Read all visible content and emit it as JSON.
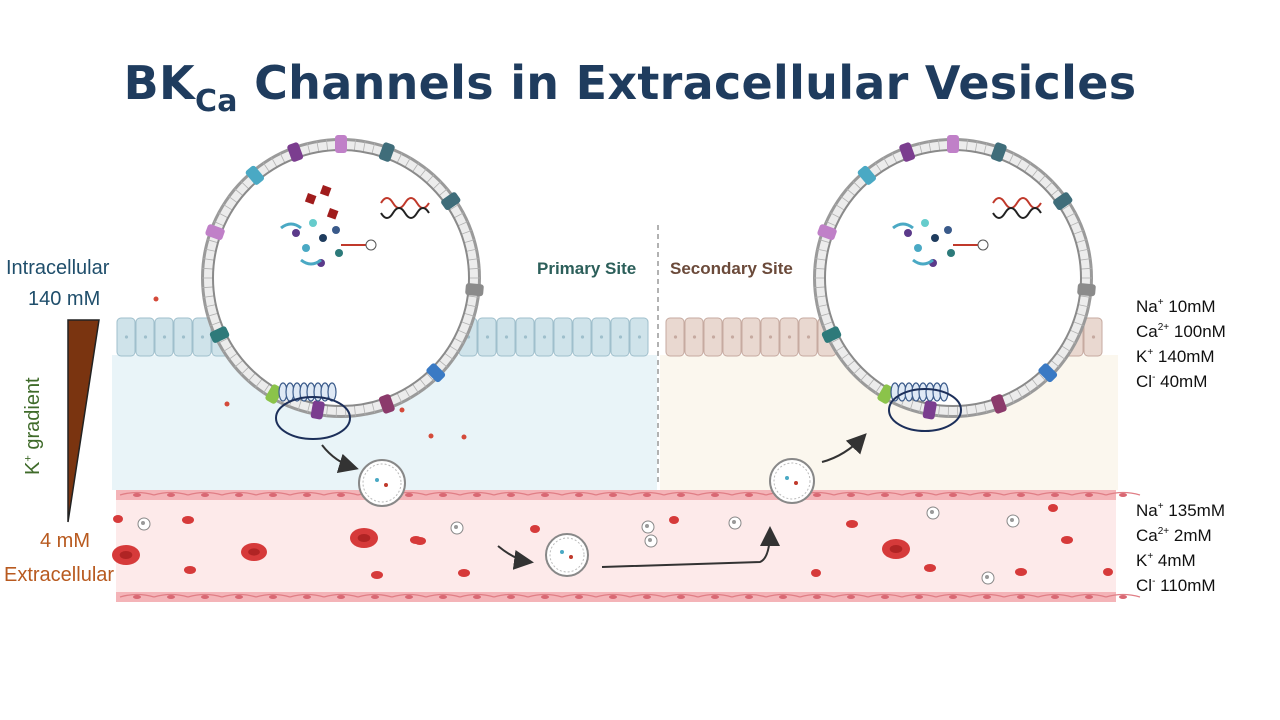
{
  "title": {
    "main": "BK",
    "sub": "Ca",
    "rest": " Channels in Extracellular Vesicles"
  },
  "labels": {
    "intracellular": "Intracellular",
    "intracellular_conc": "140 mM",
    "gradient": "gradient",
    "gradient_ion": "K",
    "gradient_charge": "+",
    "extracellular_conc": "4 mM",
    "extracellular": "Extracellular",
    "primary_site": "Primary Site",
    "secondary_site": "Secondary Site"
  },
  "intracellular_ions": [
    {
      "ion": "Na",
      "charge": "+",
      "value": "10mM"
    },
    {
      "ion": "Ca",
      "charge": "2+",
      "value": "100nM"
    },
    {
      "ion": "K",
      "charge": "+",
      "value": "140mM"
    },
    {
      "ion": "Cl",
      "charge": "-",
      "value": "40mM"
    }
  ],
  "extracellular_ions": [
    {
      "ion": "Na",
      "charge": "+",
      "value": "135mM"
    },
    {
      "ion": "Ca",
      "charge": "2+",
      "value": "2mM"
    },
    {
      "ion": "K",
      "charge": "+",
      "value": "4mM"
    },
    {
      "ion": "Cl",
      "charge": "-",
      "value": "110mM"
    }
  ],
  "colors": {
    "title": "#1f3c5e",
    "intracellular": "#1f4e6b",
    "extracellular": "#b85a1f",
    "gradient_fill": "#7a3410",
    "gradient_text": "#3f6b2a",
    "primary_site": "#2c5f5a",
    "secondary_site": "#6b4a3a",
    "primary_tissue": "#e9f4f8",
    "secondary_tissue": "#fbf7ee",
    "vessel": "#fbe6e6",
    "red_cell": "#d63a3a"
  }
}
